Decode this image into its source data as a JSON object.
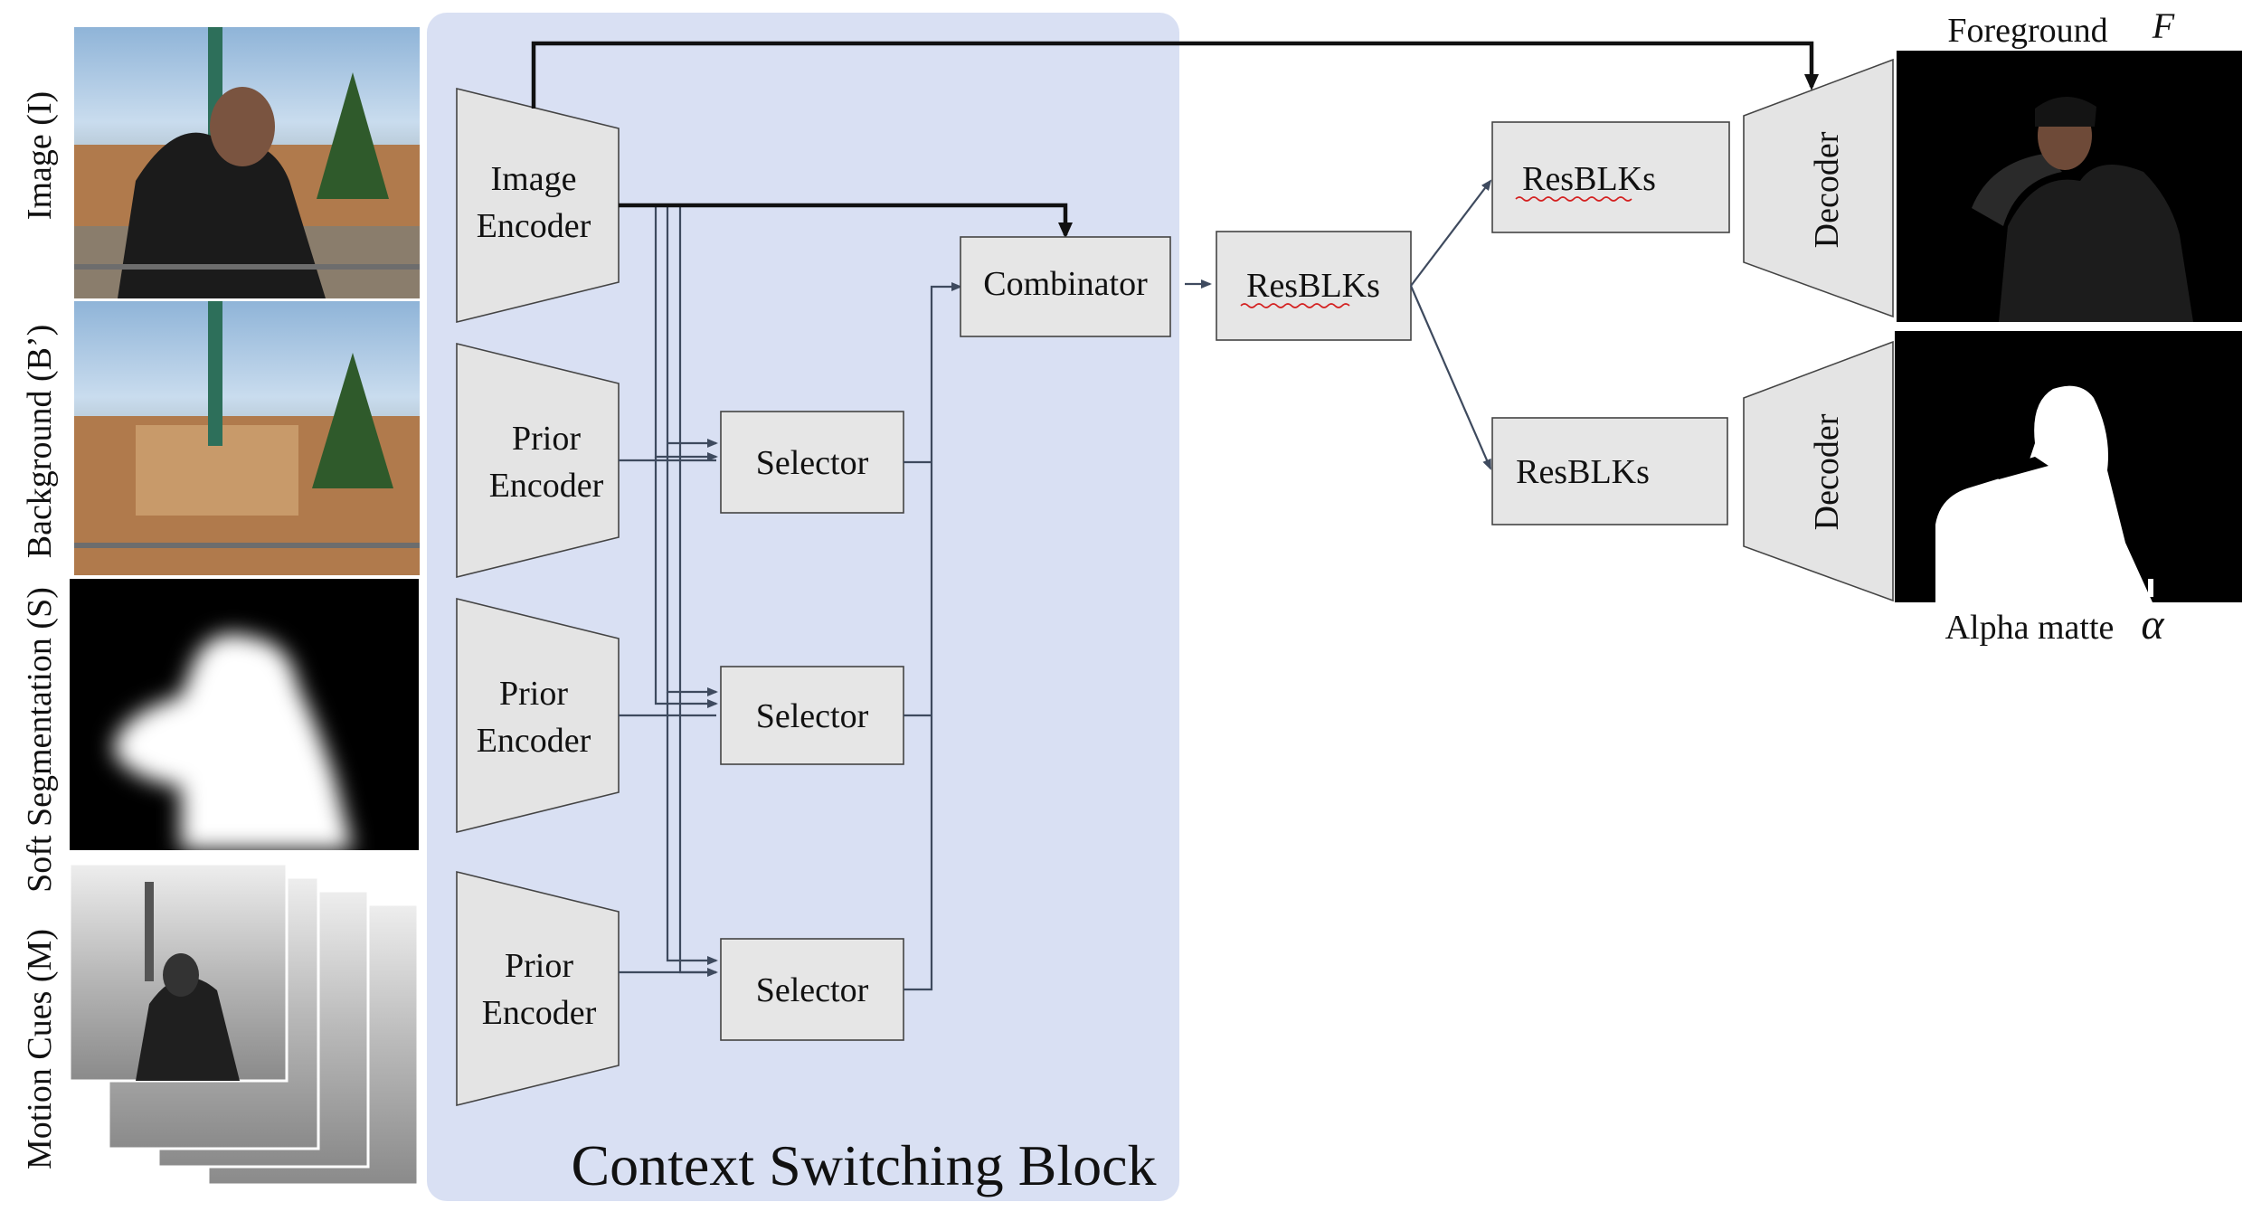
{
  "inputs": {
    "image_label": "Image (I)",
    "background_label": "Background (B’)",
    "segmentation_label": "Soft Segmentation (S)",
    "motion_label": "Motion Cues (M)"
  },
  "context_block": {
    "title": "Context Switching Block",
    "image_encoder": [
      "Image",
      "Encoder"
    ],
    "prior_encoder": [
      "Prior",
      "Encoder"
    ],
    "selector": "Selector",
    "combinator": "Combinator"
  },
  "resblks": "ResBLKs",
  "decoder": "Decoder",
  "outputs": {
    "foreground_label": "Foreground",
    "foreground_symbol": "F",
    "alpha_label": "Alpha matte",
    "alpha_symbol": "α"
  },
  "colors": {
    "block_bg": "#d9e0f3",
    "node_fill": "#e6e6e6",
    "wire": "#3e4a5e"
  }
}
